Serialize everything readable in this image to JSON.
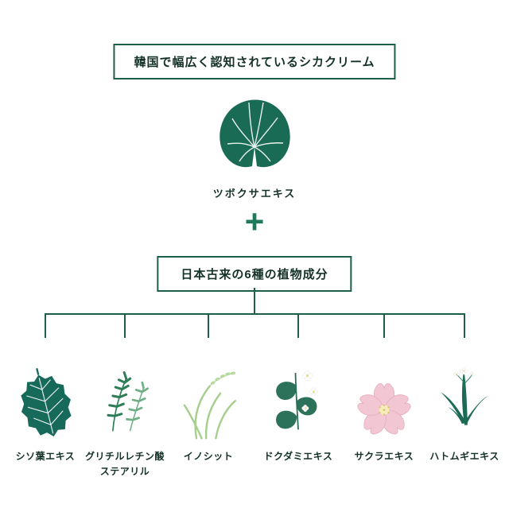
{
  "colors": {
    "green": "#1a6b55",
    "line_green": "#1e5f4b",
    "text_dark": "#143128",
    "light_green": "#a6cf8e",
    "pink": "#f2c7d3"
  },
  "header_box": {
    "title": "韓国で幅広く認知されているシカクリーム"
  },
  "centella": {
    "label": "ツボクサエキス",
    "icon": "centella-leaf-icon"
  },
  "plus_sign": "+",
  "group_box": {
    "title": "日本古来の6種の植物成分"
  },
  "plants": [
    {
      "label": "シソ葉エキス",
      "icon": "shiso-leaf-icon"
    },
    {
      "label": "グリチルレチン酸ステアリル",
      "icon": "licorice-plant-icon"
    },
    {
      "label": "イノシット",
      "icon": "rice-plant-icon"
    },
    {
      "label": "ドクダミエキス",
      "icon": "dokudami-plant-icon"
    },
    {
      "label": "サクラエキス",
      "icon": "sakura-blossom-icon"
    },
    {
      "label": "ハトムギエキス",
      "icon": "hatomugi-plant-icon"
    }
  ]
}
